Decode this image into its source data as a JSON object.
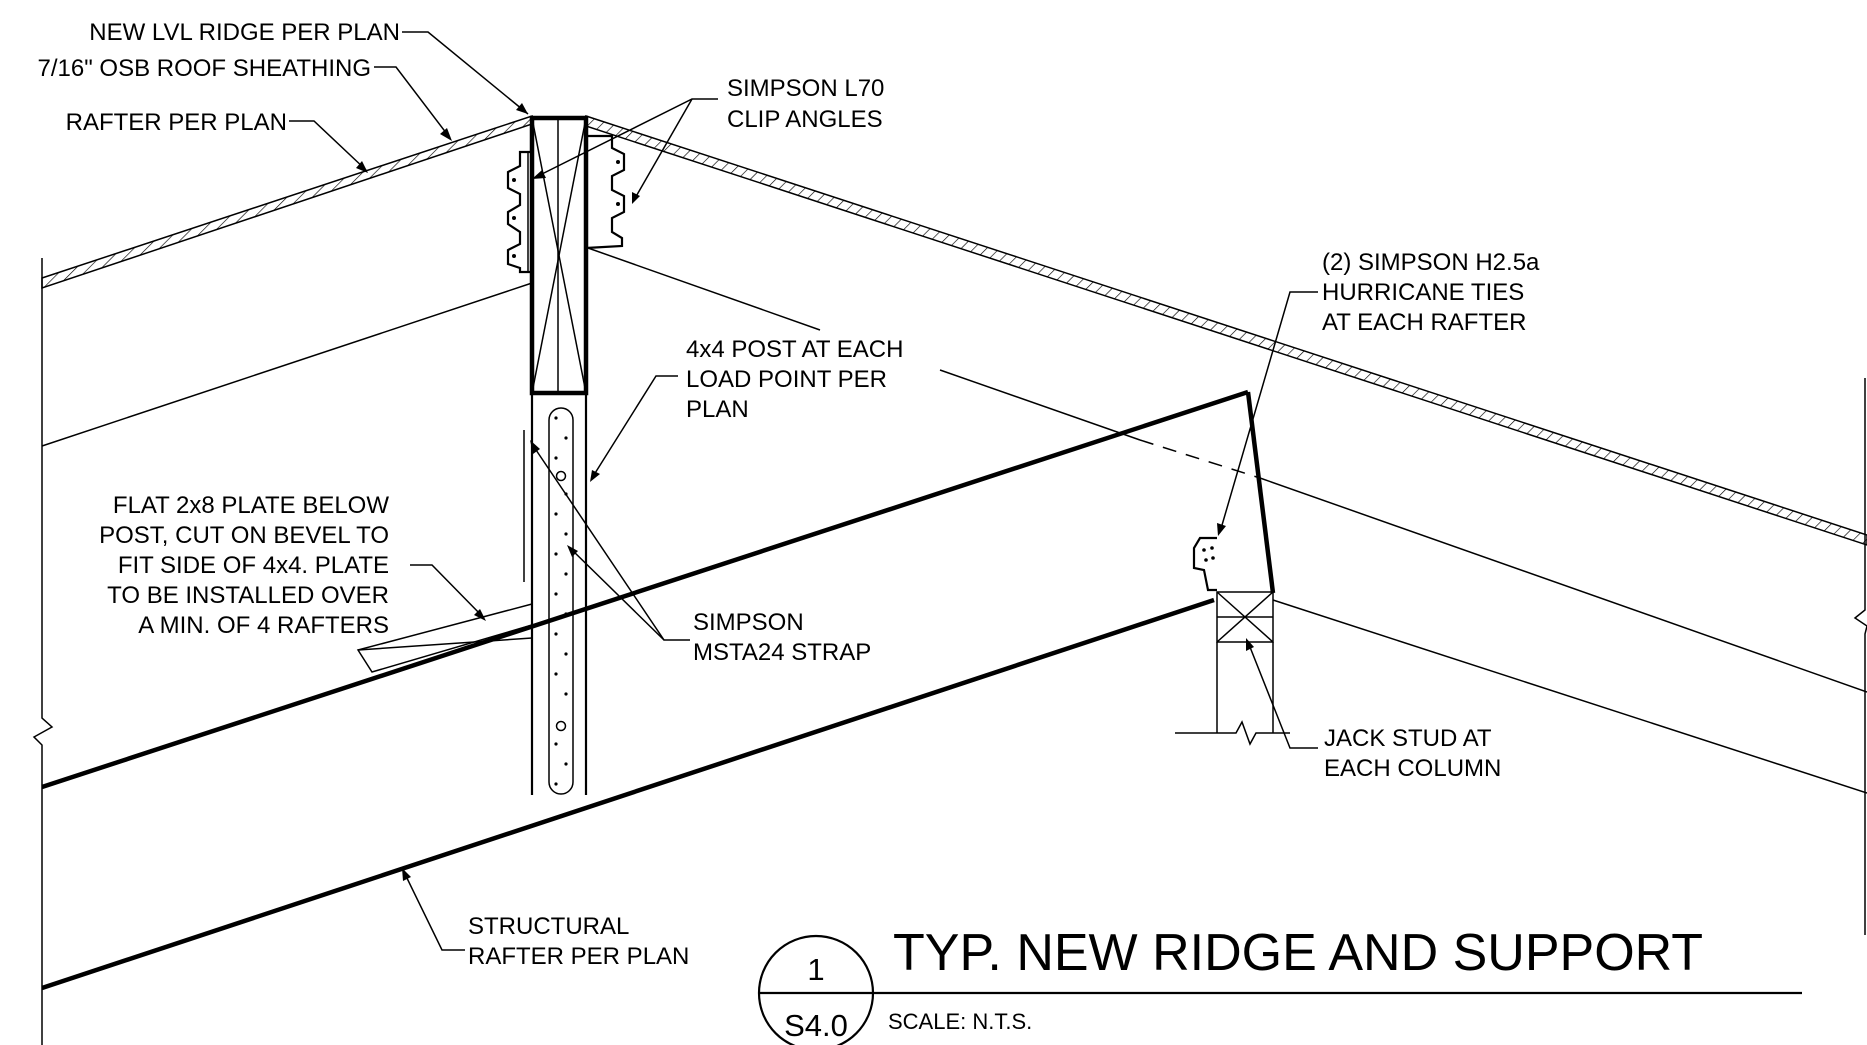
{
  "labels": {
    "ridge": "NEW LVL RIDGE PER PLAN",
    "sheathing": "7/16\" OSB ROOF SHEATHING",
    "rafter": "RAFTER PER PLAN",
    "clip_1": "SIMPSON L70",
    "clip_2": "CLIP ANGLES",
    "tie_1": "(2) SIMPSON H2.5a",
    "tie_2": "HURRICANE TIES",
    "tie_3": "AT EACH RAFTER",
    "post_1": "4x4 POST AT EACH",
    "post_2": "LOAD POINT PER",
    "post_3": "PLAN",
    "plate_1": "FLAT 2x8 PLATE BELOW",
    "plate_2": "POST, CUT ON BEVEL TO",
    "plate_3": "FIT SIDE OF 4x4. PLATE",
    "plate_4": "TO BE INSTALLED OVER",
    "plate_5": "A MIN. OF 4 RAFTERS",
    "strap_1": "SIMPSON",
    "strap_2": "MSTA24 STRAP",
    "jack_1": "JACK STUD AT",
    "jack_2": "EACH COLUMN",
    "struct_1": "STRUCTURAL",
    "struct_2": "RAFTER PER PLAN"
  },
  "title_block": {
    "detail_number": "1",
    "sheet": "S4.0",
    "title": "TYP. NEW RIDGE AND SUPPORT",
    "scale": "SCALE:  N.T.S."
  }
}
